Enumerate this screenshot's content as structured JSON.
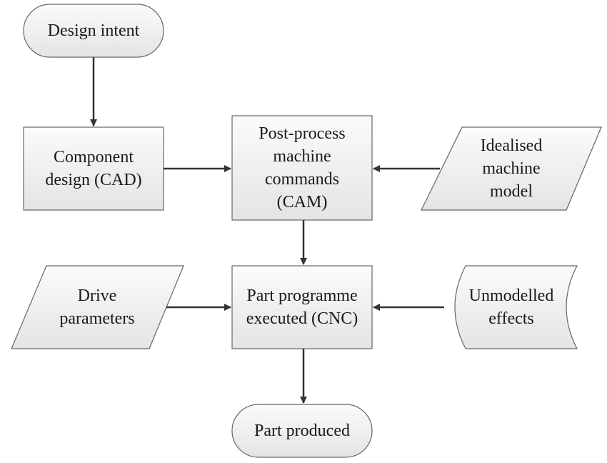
{
  "diagram": {
    "nodes": {
      "design_intent": {
        "lines": [
          "Design intent"
        ]
      },
      "component_design": {
        "lines": [
          "Component",
          "design (CAD)"
        ]
      },
      "post_process": {
        "lines": [
          "Post-process",
          "machine",
          "commands",
          "(CAM)"
        ]
      },
      "idealised_model": {
        "lines": [
          "Idealised",
          "machine",
          "model"
        ]
      },
      "drive_parameters": {
        "lines": [
          "Drive",
          "parameters"
        ]
      },
      "part_programme": {
        "lines": [
          "Part programme",
          "executed (CNC)"
        ]
      },
      "unmodelled_effects": {
        "lines": [
          "Unmodelled",
          "effects"
        ]
      },
      "part_produced": {
        "lines": [
          "Part produced"
        ]
      }
    }
  }
}
